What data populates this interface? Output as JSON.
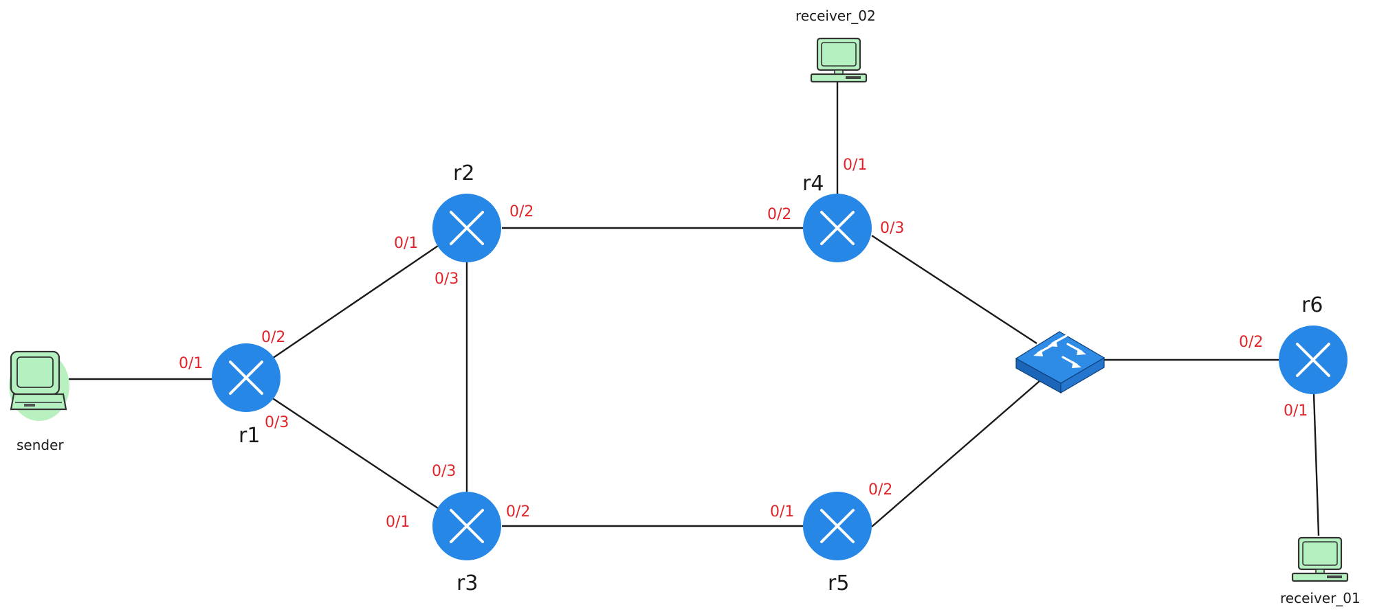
{
  "routers": [
    {
      "id": "r1",
      "label": "r1"
    },
    {
      "id": "r2",
      "label": "r2"
    },
    {
      "id": "r3",
      "label": "r3"
    },
    {
      "id": "r4",
      "label": "r4"
    },
    {
      "id": "r5",
      "label": "r5"
    },
    {
      "id": "r6",
      "label": "r6"
    }
  ],
  "hosts": [
    {
      "id": "sender",
      "label": "sender"
    },
    {
      "id": "receiver_02",
      "label": "receiver_02"
    },
    {
      "id": "receiver_01",
      "label": "receiver_01"
    }
  ],
  "switch": {
    "id": "switch",
    "icon": "switch-icon"
  },
  "links": [
    {
      "id": "sender-r1",
      "ports": [
        "0/1"
      ]
    },
    {
      "id": "r1-r2",
      "ports": [
        "0/2",
        "0/1"
      ]
    },
    {
      "id": "r1-r3",
      "ports": [
        "0/3",
        "0/1"
      ]
    },
    {
      "id": "r2-r3",
      "ports": [
        "0/3",
        "0/3"
      ]
    },
    {
      "id": "r2-r4",
      "ports": [
        "0/2",
        "0/2"
      ]
    },
    {
      "id": "r3-r5",
      "ports": [
        "0/2",
        "0/1"
      ]
    },
    {
      "id": "r4-receiver_02",
      "ports": [
        "0/1"
      ]
    },
    {
      "id": "r4-switch",
      "ports": [
        "0/3"
      ]
    },
    {
      "id": "r5-switch",
      "ports": [
        "0/2"
      ]
    },
    {
      "id": "switch-r6",
      "ports": [
        "0/2"
      ]
    },
    {
      "id": "r6-receiver_01",
      "ports": [
        "0/1"
      ]
    }
  ],
  "colors": {
    "router": "#2787e6",
    "host_screen": "#b5f0c0",
    "sender_halo": "#b8f0c0",
    "port_label": "#e0242a",
    "switch_top": "#2f8ce6",
    "switch_side": "#1f6fc4"
  }
}
